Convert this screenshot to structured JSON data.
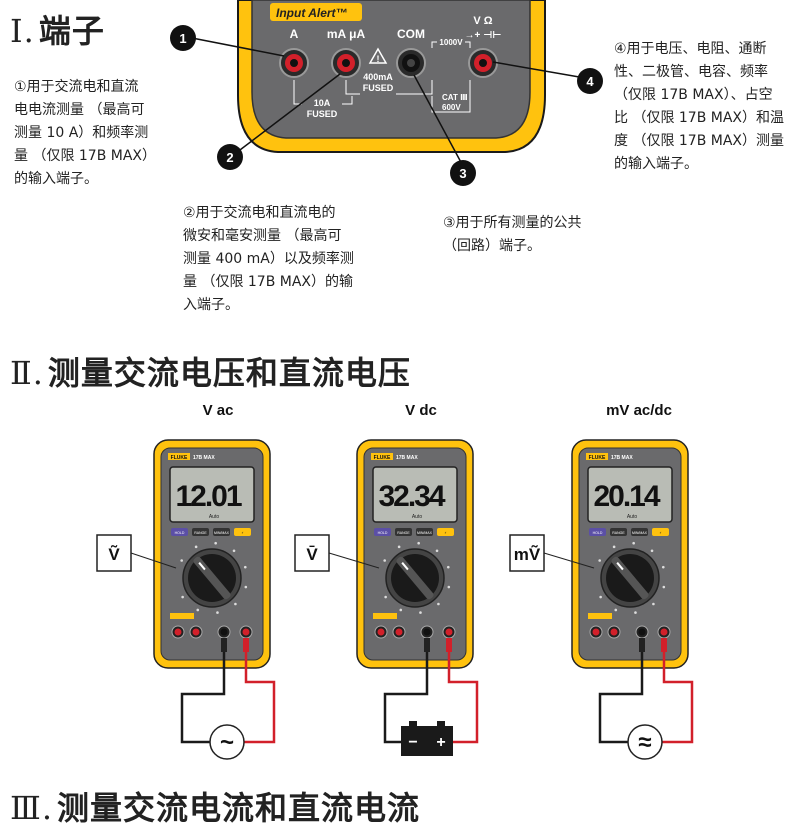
{
  "section1": {
    "numeral": "Ⅰ.",
    "title": "端子",
    "panel": {
      "brand_banner": "Input Alert™",
      "terminal_labels": [
        "A",
        "mA μA",
        "COM",
        "V Ω",
        "→+ ⊣⊢"
      ],
      "fuse_400": [
        "400mA",
        "FUSED"
      ],
      "fuse_10": [
        "10A",
        "FUSED"
      ],
      "v1000": "1000V",
      "cat": "CAT Ⅲ",
      "v600": "600V"
    },
    "callouts": [
      "1",
      "2",
      "3",
      "4"
    ],
    "descriptions": {
      "d1": "①用于交流电和直流\n电电流测量 （最高可\n测量 10 A）和频率测\n量 （仅限 17B MAX）\n的输入端子。",
      "d2": "②用于交流电和直流电的\n微安和毫安测量 （最高可\n测量 400 mA）以及频率测\n量 （仅限 17B MAX）的输\n入端子。",
      "d3": "③用于所有测量的公共\n（回路）端子。",
      "d4": "④用于电压、电阻、通断\n性、二极管、电容、频率\n（仅限 17B MAX）、占空\n比 （仅限 17B MAX）和温\n度 （仅限 17B MAX）测量\n的输入端子。"
    }
  },
  "section2": {
    "numeral": "Ⅱ.",
    "title": "测量交流电压和直流电压"
  },
  "meters": [
    {
      "label": "V ac",
      "reading": "12.01",
      "symbol": "Ṽ",
      "source": "~",
      "accent": "#ffc20e"
    },
    {
      "label": "V dc",
      "reading": "32.34",
      "symbol": "V̄",
      "source": "battery",
      "accent": "#ffc20e"
    },
    {
      "label": "mV ac/dc",
      "reading": "20.14",
      "symbol": "mṼ",
      "source": "≈",
      "accent": "#ffc20e"
    }
  ],
  "meter_brand": "FLUKE",
  "meter_model": "17B MAX",
  "meter_keys": [
    "HOLD",
    "RANGE",
    "MIN/MAX",
    "⚡"
  ],
  "meter_mode": "Auto",
  "battery_minus": "−",
  "battery_plus": "+",
  "section3": {
    "numeral": "Ⅲ.",
    "title": "测量交流电流和直流电流"
  },
  "colors": {
    "fluke_yellow": "#ffc20e",
    "body_gray": "#6a6a6c",
    "lead_red": "#d2202a",
    "lead_black": "#1a1a1a",
    "callout": "#111111"
  }
}
